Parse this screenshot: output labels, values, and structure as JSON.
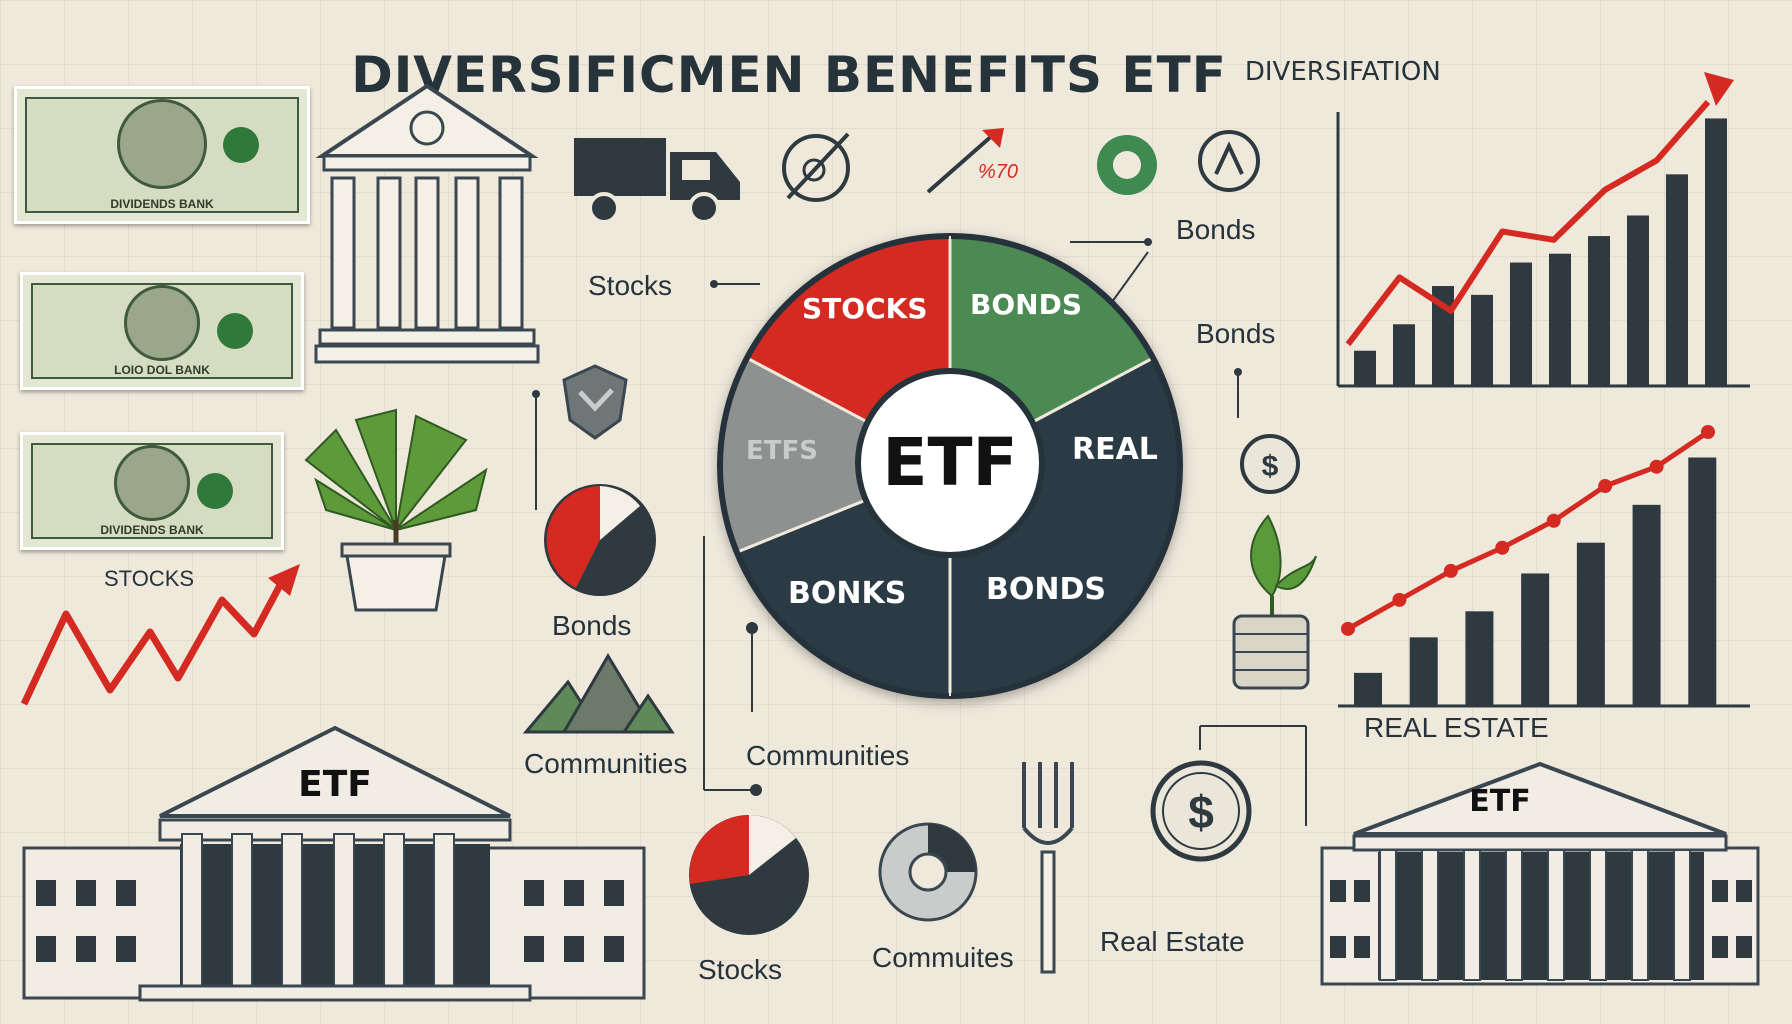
{
  "title": {
    "main": "DIVERSIFICMEN  BENEFITS  ETF",
    "sub": "DIVERSIFATION"
  },
  "pie": {
    "center": "ETF",
    "segments": [
      {
        "label": "STOCKS",
        "color": "#d42a22"
      },
      {
        "label": "BONDS",
        "color": "#4b8a52"
      },
      {
        "label": "REAL",
        "color": "#2a3a44"
      },
      {
        "label": "BONDS",
        "color": "#2f3f49"
      },
      {
        "label": "BONKS",
        "color": "#2a3a44"
      },
      {
        "label": "ETFS",
        "color": "#8d9290"
      }
    ]
  },
  "labels": {
    "stocks_top": "Stocks",
    "bonds_top_right": "Bonds",
    "bonds_right_2": "Bonds",
    "stocks_left": "STOCKS",
    "bonds_mid": "Bonds",
    "communities_left": "Communities",
    "communities_center": "Communities",
    "stocks_bottom": "Stocks",
    "commuites_bottom": "Commuites",
    "real_estate_bottom": "Real Estate",
    "real_estate_right": "REAL  ESTATE",
    "percent": "%70",
    "dollar": "$"
  },
  "banks": {
    "left": "ETF",
    "right": "ETF"
  },
  "bills": [
    {
      "text": "DIVIDENDS BANK"
    },
    {
      "text": "LOIO DOL BANK"
    },
    {
      "text": "DIVIDENDS BANK"
    }
  ],
  "colors": {
    "background": "#efe9dc",
    "navy": "#2a3a44",
    "red": "#d42a22",
    "green": "#4b8a52",
    "gray": "#8d9290"
  },
  "icons": {
    "truck": "truck-icon",
    "no_symbol": "no-symbol-icon",
    "percent_arrow": "percent-arrow-icon",
    "pie_small": "pie-chart-icon",
    "globe": "globe-icon",
    "dollar_coin": "dollar-coin-icon",
    "plant": "plant-icon",
    "money_plant": "money-plant-icon",
    "mountains": "mountains-icon",
    "shield": "shield-icon",
    "fork": "fork-icon",
    "temple": "temple-icon"
  },
  "chart_data": [
    {
      "type": "bar",
      "title": "",
      "values": [
        12,
        21,
        34,
        31,
        42,
        45,
        51,
        58,
        72,
        91
      ],
      "line": [
        20,
        52,
        36,
        74,
        70,
        94,
        108,
        136
      ],
      "ylim": [
        0,
        100
      ]
    },
    {
      "type": "bar",
      "title": "",
      "values": [
        14,
        29,
        40,
        56,
        69,
        85,
        105
      ],
      "line": [
        40,
        55,
        70,
        82,
        96,
        114,
        124,
        142
      ],
      "ylim": [
        0,
        120
      ]
    }
  ]
}
